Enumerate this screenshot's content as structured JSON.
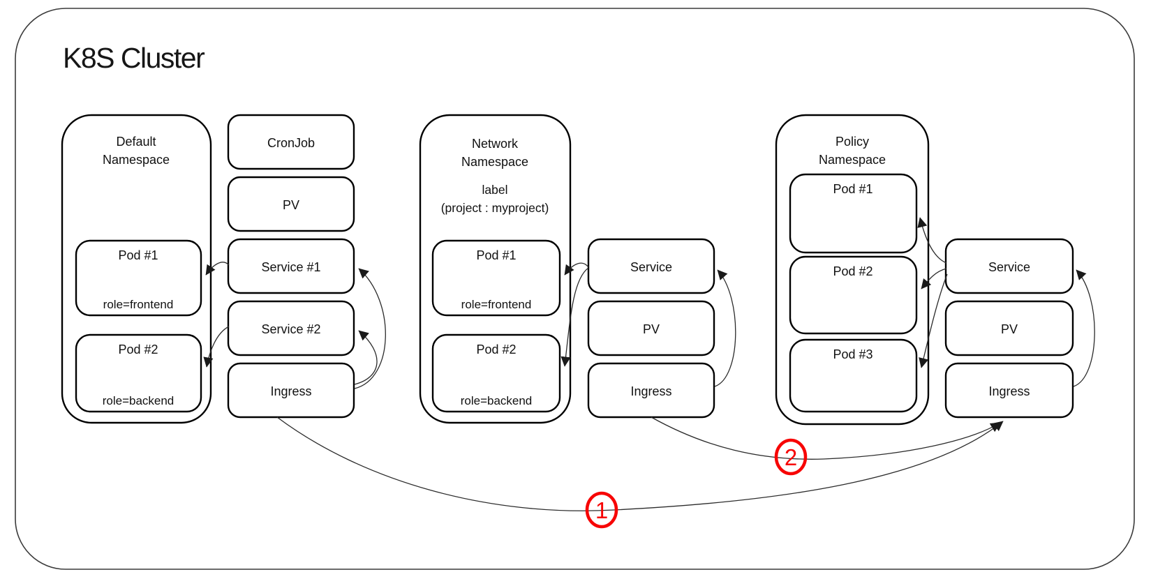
{
  "diagram": {
    "title": "K8S Cluster"
  },
  "colors": {
    "outline": "#000000",
    "arrow": "#2b2b2b",
    "annotation": "#f70505",
    "background": "#ffffff"
  },
  "namespaces": {
    "default_ns": {
      "title_line1": "Default",
      "title_line2": "Namespace",
      "pods": [
        {
          "name": "Pod #1",
          "role": "role=frontend"
        },
        {
          "name": "Pod #2",
          "role": "role=backend"
        }
      ]
    },
    "network_ns": {
      "title_line1": "Network",
      "title_line2": "Namespace",
      "label_line1": "label",
      "label_line2": "(project : myproject)",
      "pods": [
        {
          "name": "Pod #1",
          "role": "role=frontend"
        },
        {
          "name": "Pod #2",
          "role": "role=backend"
        }
      ]
    },
    "policy_ns": {
      "title_line1": "Policy",
      "title_line2": "Namespace",
      "pods": [
        {
          "name": "Pod #1"
        },
        {
          "name": "Pod #2"
        },
        {
          "name": "Pod #3"
        }
      ]
    }
  },
  "resources": {
    "left_column": {
      "cronjob": "CronJob",
      "pv": "PV",
      "service1": "Service #1",
      "service2": "Service #2",
      "ingress": "Ingress"
    },
    "middle_column": {
      "service": "Service",
      "pv": "PV",
      "ingress": "Ingress"
    },
    "right_column": {
      "service": "Service",
      "pv": "PV",
      "ingress": "Ingress"
    }
  },
  "annotations": {
    "step1": "1",
    "step2": "2"
  }
}
